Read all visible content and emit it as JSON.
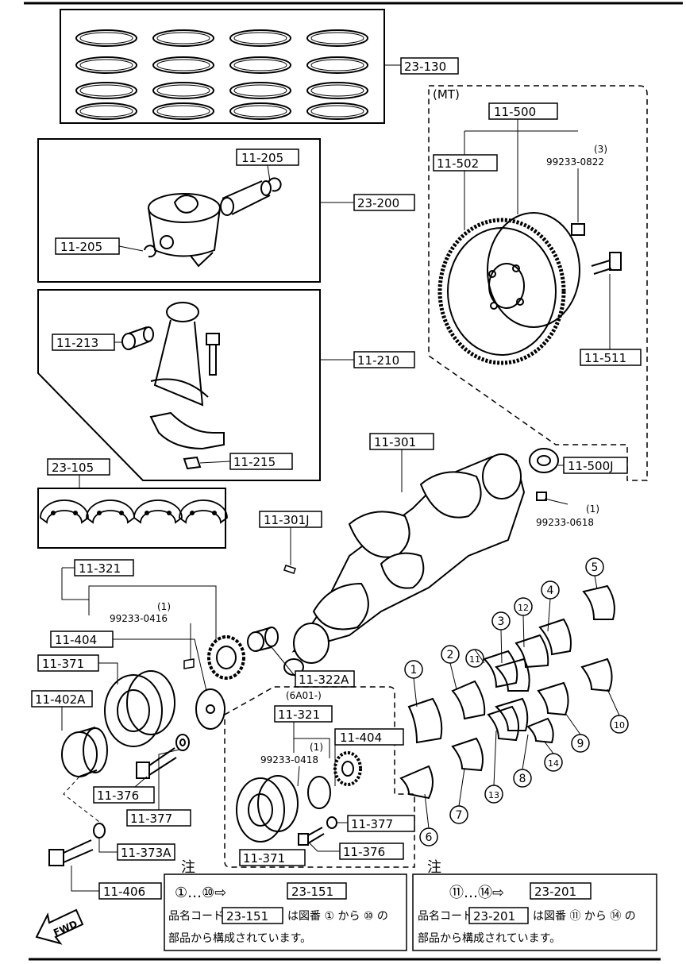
{
  "labels": {
    "p23_130": "23-130",
    "p11_500": "11-500",
    "p11_502": "11-502",
    "p11_205_top": "11-205",
    "p11_205_left": "11-205",
    "p23_200": "23-200",
    "p11_213": "11-213",
    "p11_210": "11-210",
    "p11_215": "11-215",
    "p11_511": "11-511",
    "p11_500J": "11-500J",
    "p11_301": "11-301",
    "p23_105": "23-105",
    "p11_301J": "11-301J",
    "p11_321": "11-321",
    "p11_404": "11-404",
    "p11_371": "11-371",
    "p11_402A": "11-402A",
    "p11_322A": "11-322A",
    "p11_321_b": "11-321",
    "p11_404_b": "11-404",
    "p11_376": "11-376",
    "p11_377": "11-377",
    "p11_377_b": "11-377",
    "p11_376_b": "11-376",
    "p11_371_b": "11-371",
    "p11_373A": "11-373A",
    "p11_406": "11-406"
  },
  "notes": {
    "mt": "(MT)",
    "qty3": "(3)",
    "bolt_0822": "99233-0822",
    "qty1_a": "(1)",
    "pin_0618": "99233-0618",
    "qty1_b": "(1)",
    "pin_0416": "99233-0416",
    "variant": "(6A01-)",
    "qty1_c": "(1)",
    "pin_0418": "99233-0418"
  },
  "bearing_numbers": [
    "1",
    "2",
    "3",
    "4",
    "5",
    "6",
    "7",
    "8",
    "9",
    "10",
    "11",
    "12",
    "13",
    "14"
  ],
  "legend_left": {
    "heading": "注",
    "range": "①…⑩⇨",
    "code": "23-151",
    "line1_prefix": "品名コード",
    "line1_code": "23-151",
    "line1_suffix": "は図番 ① から ⑩ の",
    "line2": "部品から構成されています。"
  },
  "legend_right": {
    "heading": "注",
    "range": "⑪…⑭⇨",
    "code": "23-201",
    "line1_prefix": "品名コード",
    "line1_code": "23-201",
    "line1_suffix": "は図番 ⑪ から ⑭ の",
    "line2": "部品から構成されています。"
  },
  "fwd_label": "FWD"
}
